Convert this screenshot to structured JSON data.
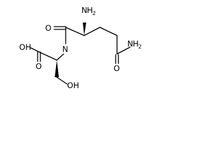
{
  "molecule": {
    "atoms": {
      "amine_n": {
        "symbol": "H",
        "subscript": "2",
        "prefix": "N"
      },
      "amide_n": "N",
      "amide_o": "O",
      "side_amide_n": {
        "symbol": "H",
        "subscript": "2",
        "prefix": "N"
      },
      "side_amide_o": "O",
      "acid_o_double": "O",
      "acid_oh": "OH",
      "alcohol_oh": "OH"
    }
  }
}
